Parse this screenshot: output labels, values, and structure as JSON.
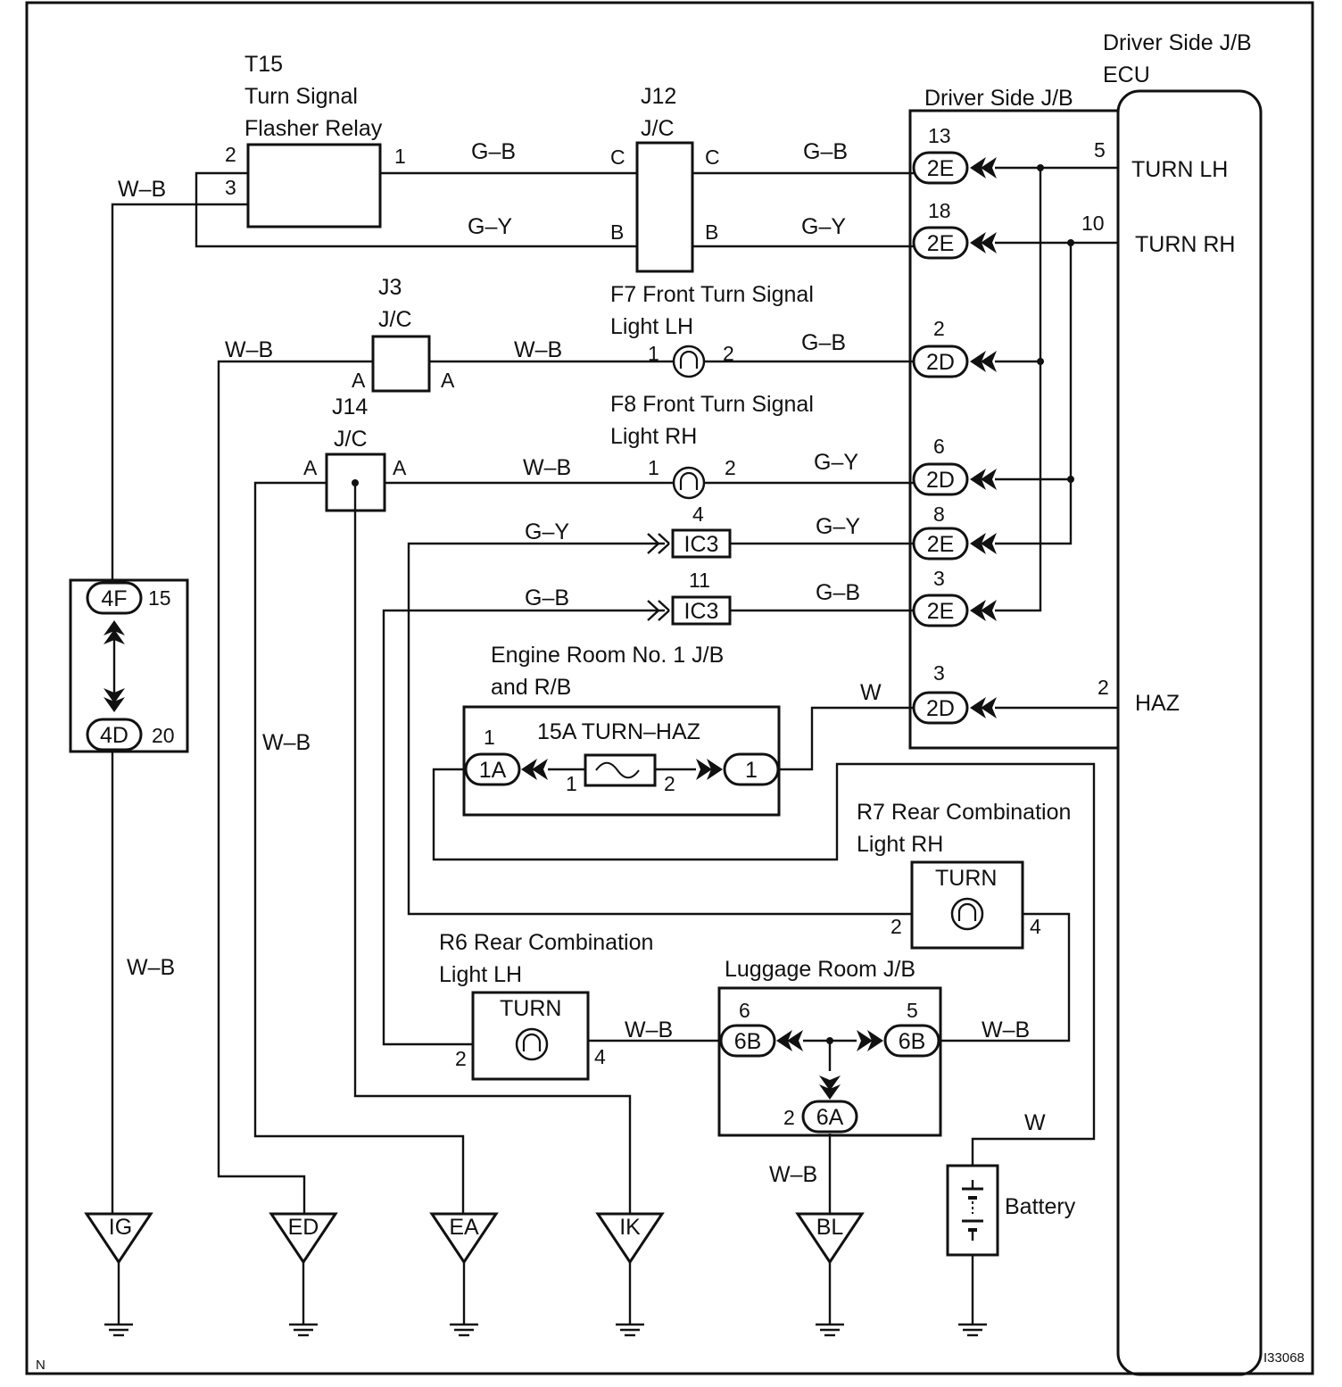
{
  "frame": {
    "corner_left": "N",
    "corner_right": "I33068"
  },
  "t15": {
    "name": "T15",
    "desc1": "Turn Signal",
    "desc2": "Flasher Relay",
    "pin1": "1",
    "pin2": "2",
    "pin3": "3"
  },
  "j12": {
    "name": "J12",
    "type": "J/C",
    "pinC": "C",
    "pinB": "B"
  },
  "j3": {
    "name": "J3",
    "type": "J/C",
    "pinA": "A"
  },
  "j14": {
    "name": "J14",
    "type": "J/C",
    "pinA": "A"
  },
  "f7": {
    "line1": "F7 Front Turn Signal",
    "line2": "Light LH",
    "pin1": "1",
    "pin2": "2"
  },
  "f8": {
    "line1": "F8 Front Turn Signal",
    "line2": "Light RH",
    "pin1": "1",
    "pin2": "2"
  },
  "driver_jb": {
    "ecu_line1": "Driver Side J/B",
    "ecu_line2": "ECU",
    "jb": "Driver Side J/B",
    "turn_lh": "TURN LH",
    "turn_rh": "TURN RH",
    "haz": "HAZ",
    "pin5": "5",
    "pin10": "10",
    "pin2": "2",
    "connectors": [
      {
        "label": "2E",
        "pin": "13"
      },
      {
        "label": "2E",
        "pin": "18"
      },
      {
        "label": "2D",
        "pin": "2"
      },
      {
        "label": "2D",
        "pin": "6"
      },
      {
        "label": "2E",
        "pin": "8"
      },
      {
        "label": "2E",
        "pin": "3"
      },
      {
        "label": "2D",
        "pin": "3"
      }
    ]
  },
  "ic3": {
    "label": "IC3",
    "pin_top": "4",
    "pin_bottom": "11"
  },
  "wires": {
    "wb": "W–B",
    "gb": "G–B",
    "gy": "G–Y",
    "w": "W"
  },
  "inline": {
    "c4f": "4F",
    "pin15": "15",
    "c4d": "4D",
    "pin20": "20"
  },
  "engine_jb": {
    "line1": "Engine Room No. 1 J/B",
    "line2": "and R/B",
    "fuse": "15A TURN–HAZ",
    "c1a": "1A",
    "pin1a": "1",
    "c1": "1",
    "fpin1": "1",
    "fpin2": "2"
  },
  "r7": {
    "line1": "R7 Rear Combination",
    "line2": "Light RH",
    "turn": "TURN",
    "pin2": "2",
    "pin4": "4"
  },
  "r6": {
    "line1": "R6 Rear Combination",
    "line2": "Light LH",
    "turn": "TURN",
    "pin2": "2",
    "pin4": "4"
  },
  "luggage": {
    "name": "Luggage Room J/B",
    "c6b": "6B",
    "c6a": "6A",
    "pin6": "6",
    "pin5": "5",
    "pin2": "2"
  },
  "battery": {
    "label": "Battery"
  },
  "grounds": [
    "IG",
    "ED",
    "EA",
    "IK",
    "BL"
  ]
}
